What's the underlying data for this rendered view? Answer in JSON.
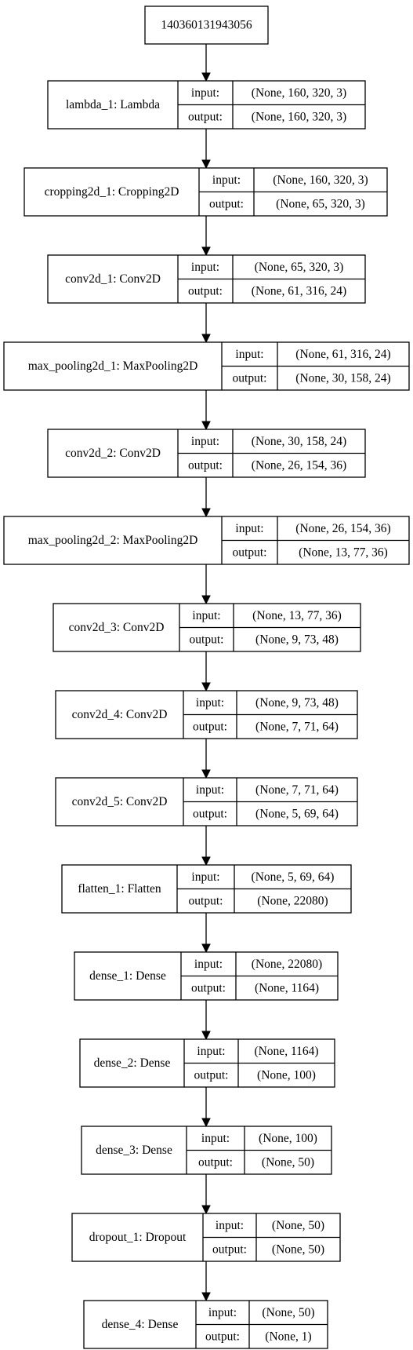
{
  "diagram": {
    "root": {
      "label": "140360131943056"
    },
    "port_labels": {
      "input": "input:",
      "output": "output:"
    },
    "layers": [
      {
        "name": "lambda_1: Lambda",
        "input": "(None, 160, 320, 3)",
        "output": "(None, 160, 320, 3)"
      },
      {
        "name": "cropping2d_1: Cropping2D",
        "input": "(None, 160, 320, 3)",
        "output": "(None, 65, 320, 3)"
      },
      {
        "name": "conv2d_1: Conv2D",
        "input": "(None, 65, 320, 3)",
        "output": "(None, 61, 316, 24)"
      },
      {
        "name": "max_pooling2d_1: MaxPooling2D",
        "input": "(None, 61, 316, 24)",
        "output": "(None, 30, 158, 24)"
      },
      {
        "name": "conv2d_2: Conv2D",
        "input": "(None, 30, 158, 24)",
        "output": "(None, 26, 154, 36)"
      },
      {
        "name": "max_pooling2d_2: MaxPooling2D",
        "input": "(None, 26, 154, 36)",
        "output": "(None, 13, 77, 36)"
      },
      {
        "name": "conv2d_3: Conv2D",
        "input": "(None, 13, 77, 36)",
        "output": "(None, 9, 73, 48)"
      },
      {
        "name": "conv2d_4: Conv2D",
        "input": "(None, 9, 73, 48)",
        "output": "(None, 7, 71, 64)"
      },
      {
        "name": "conv2d_5: Conv2D",
        "input": "(None, 7, 71, 64)",
        "output": "(None, 5, 69, 64)"
      },
      {
        "name": "flatten_1: Flatten",
        "input": "(None, 5, 69, 64)",
        "output": "(None, 22080)"
      },
      {
        "name": "dense_1: Dense",
        "input": "(None, 22080)",
        "output": "(None, 1164)"
      },
      {
        "name": "dense_2: Dense",
        "input": "(None, 1164)",
        "output": "(None, 100)"
      },
      {
        "name": "dense_3: Dense",
        "input": "(None, 100)",
        "output": "(None, 50)"
      },
      {
        "name": "dropout_1: Dropout",
        "input": "(None, 50)",
        "output": "(None, 50)"
      },
      {
        "name": "dense_4: Dense",
        "input": "(None, 50)",
        "output": "(None, 1)"
      }
    ]
  }
}
